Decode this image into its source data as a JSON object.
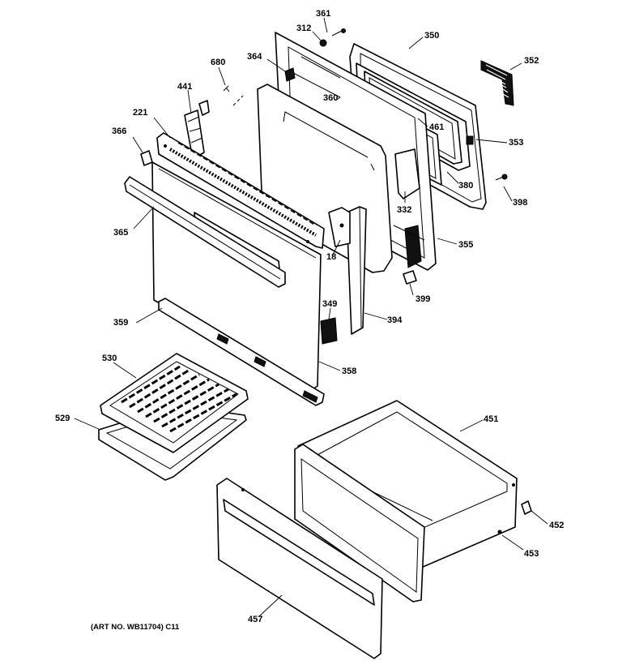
{
  "art_number": "(ART NO. WB11704) C11",
  "callouts": [
    {
      "id": "361",
      "label": "361"
    },
    {
      "id": "312",
      "label": "312"
    },
    {
      "id": "350",
      "label": "350"
    },
    {
      "id": "352",
      "label": "352"
    },
    {
      "id": "680",
      "label": "680"
    },
    {
      "id": "364",
      "label": "364"
    },
    {
      "id": "441",
      "label": "441"
    },
    {
      "id": "360",
      "label": "360"
    },
    {
      "id": "461",
      "label": "461"
    },
    {
      "id": "221",
      "label": "221"
    },
    {
      "id": "353",
      "label": "353"
    },
    {
      "id": "366",
      "label": "366"
    },
    {
      "id": "380",
      "label": "380"
    },
    {
      "id": "398",
      "label": "398"
    },
    {
      "id": "332",
      "label": "332"
    },
    {
      "id": "365",
      "label": "365"
    },
    {
      "id": "355",
      "label": "355"
    },
    {
      "id": "18",
      "label": "18"
    },
    {
      "id": "399",
      "label": "399"
    },
    {
      "id": "349",
      "label": "349"
    },
    {
      "id": "359",
      "label": "359"
    },
    {
      "id": "394",
      "label": "394"
    },
    {
      "id": "358",
      "label": "358"
    },
    {
      "id": "530",
      "label": "530"
    },
    {
      "id": "451",
      "label": "451"
    },
    {
      "id": "529",
      "label": "529"
    },
    {
      "id": "452",
      "label": "452"
    },
    {
      "id": "453",
      "label": "453"
    },
    {
      "id": "457",
      "label": "457"
    }
  ]
}
